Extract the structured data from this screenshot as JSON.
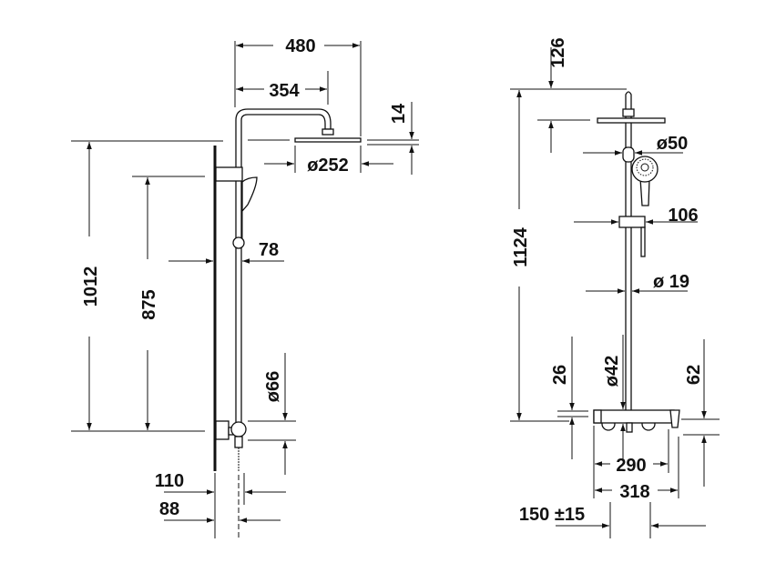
{
  "side_view": {
    "dims": {
      "width_total": "480",
      "arm_reach": "354",
      "head_thickness": "14",
      "head_diameter": "ø252",
      "height_total": "1012",
      "bracket_height": "875",
      "rail_offset": "78",
      "mixer_diameter": "ø66",
      "projection_max": "110",
      "projection_min": "88"
    }
  },
  "front_view": {
    "dims": {
      "top_offset": "126",
      "height_total": "1124",
      "slider_diameter": "ø50",
      "holder_width": "106",
      "pipe_diameter": "ø 19",
      "mixer_height": "26",
      "outlet_diameter": "ø42",
      "spout_height": "62",
      "handle_spacing": "290",
      "mixer_width": "318",
      "connection_spacing": "150 ±15"
    }
  }
}
